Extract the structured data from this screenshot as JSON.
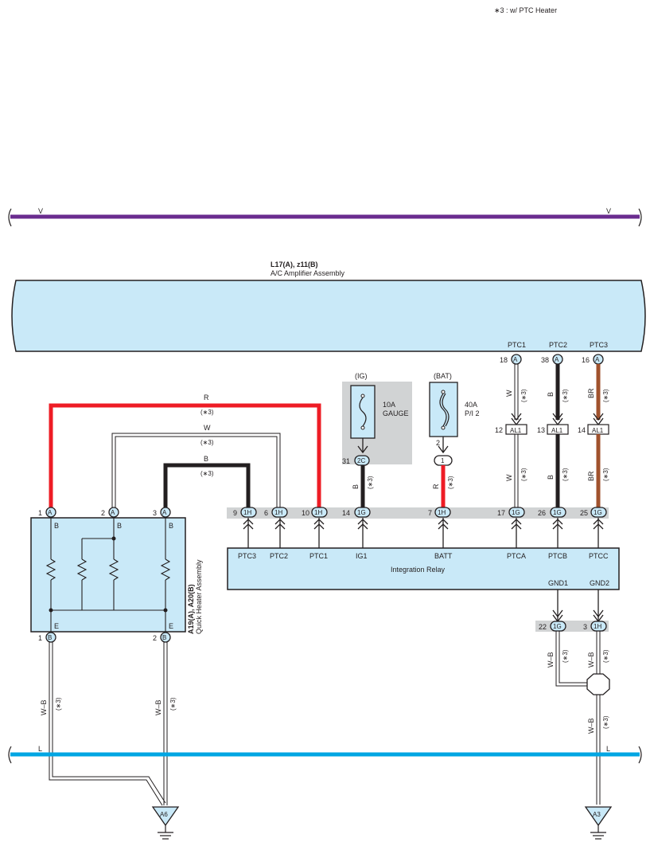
{
  "note": "∗3 : w/ PTC Heater",
  "colors": {
    "violet": "#6a2c8f",
    "blue": "#00a6e3",
    "red": "#ee1c25",
    "black": "#231f20",
    "brown": "#a0522d",
    "component_fill": "#c9e9f8",
    "fuse_bg": "#d1d3d4",
    "connector_bar": "#d1d3d4"
  },
  "top_bus": {
    "wire_left": "V",
    "wire_right": "V"
  },
  "bottom_bus": {
    "wire_left": "L",
    "wire_right": "L"
  },
  "amplifier": {
    "code": "L17(A), z11(B)",
    "name": "A/C Amplifier Assembly",
    "pins": [
      {
        "name": "PTC1",
        "num": "18",
        "conn": "A",
        "wire": "W",
        "opt": "(∗3)",
        "junction": "AL1",
        "jpin": "12"
      },
      {
        "name": "PTC2",
        "num": "38",
        "conn": "A",
        "wire": "B",
        "opt": "(∗3)",
        "junction": "AL1",
        "jpin": "13"
      },
      {
        "name": "PTC3",
        "num": "16",
        "conn": "A",
        "wire": "BR",
        "opt": "(∗3)",
        "junction": "AL1",
        "jpin": "14"
      }
    ]
  },
  "fuse_ig": {
    "circuit": "(IG)",
    "rating": "10A",
    "name": "GAUGE",
    "pin": "31",
    "conn": "2C",
    "wire": "B",
    "opt": "(∗3)"
  },
  "fuse_bat": {
    "circuit": "(BAT)",
    "rating": "40A",
    "name": "P/I 2",
    "pin_top": "2",
    "pin_conn": "1",
    "wire": "R",
    "opt": "(∗3)"
  },
  "loop_wires": [
    {
      "wire": "R",
      "opt": "(∗3)"
    },
    {
      "wire": "W",
      "opt": "(∗3)"
    },
    {
      "wire": "B",
      "opt": "(∗3)"
    }
  ],
  "heater": {
    "code": "A19(A), A20(B)",
    "name": "Quick Heater Assembly",
    "top_pins": [
      {
        "num": "1",
        "conn": "A",
        "label": "B"
      },
      {
        "num": "2",
        "conn": "A",
        "label": "B"
      },
      {
        "num": "3",
        "conn": "A",
        "label": "B"
      }
    ],
    "bottom_pins": [
      {
        "num": "1",
        "conn": "B",
        "label": "E"
      },
      {
        "num": "2",
        "conn": "B",
        "label": "E"
      }
    ],
    "ground_wires": [
      {
        "wire": "W–B",
        "opt": "(∗3)"
      },
      {
        "wire": "W–B",
        "opt": "(∗3)"
      }
    ]
  },
  "relay": {
    "name": "Integration Relay",
    "inputs": [
      {
        "num": "9",
        "conn": "1H",
        "label": "PTC3"
      },
      {
        "num": "6",
        "conn": "1H",
        "label": "PTC2"
      },
      {
        "num": "10",
        "conn": "1H",
        "label": "PTC1"
      },
      {
        "num": "14",
        "conn": "1G",
        "label": "IG1"
      },
      {
        "num": "7",
        "conn": "1H",
        "label": "BATT"
      },
      {
        "num": "17",
        "conn": "1G",
        "label": "PTCA",
        "wire": "W",
        "opt": "(∗3)"
      },
      {
        "num": "26",
        "conn": "1G",
        "label": "PTCB",
        "wire": "B",
        "opt": "(∗3)"
      },
      {
        "num": "25",
        "conn": "1G",
        "label": "PTCC",
        "wire": "BR",
        "opt": "(∗3)"
      }
    ],
    "grounds": [
      {
        "num": "22",
        "conn": "1G",
        "label": "GND1",
        "wire": "W–B",
        "opt": "(∗3)"
      },
      {
        "num": "3",
        "conn": "1H",
        "label": "GND2",
        "wire": "W–B",
        "opt": "(∗3)"
      }
    ],
    "ground_wire": {
      "wire": "W–B",
      "opt": "(∗3)"
    }
  },
  "grounds": [
    {
      "label": "A6"
    },
    {
      "label": "A3"
    }
  ]
}
